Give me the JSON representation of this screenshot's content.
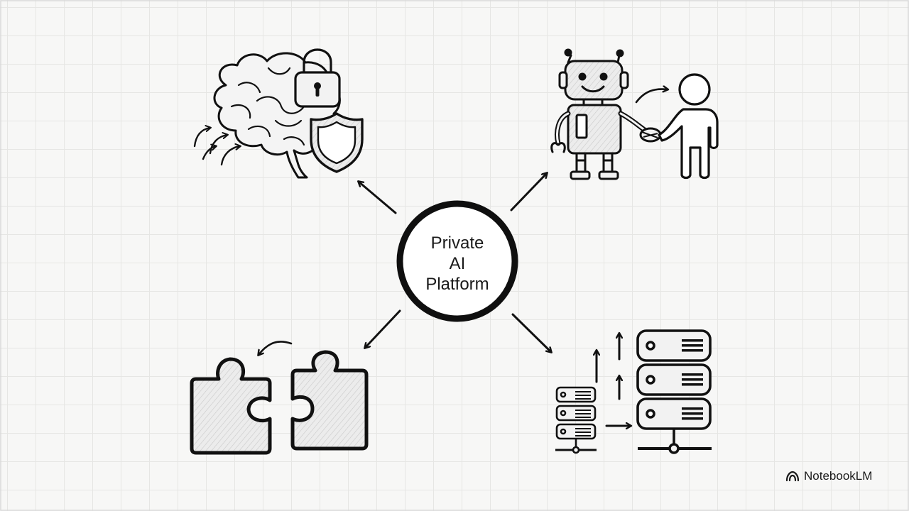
{
  "hub": {
    "label_lines": [
      "Private",
      "AI",
      "Platform"
    ]
  },
  "brand": {
    "name": "NotebookLM",
    "icon": "notebooklm-logo-icon"
  },
  "icons": {
    "top_left": [
      "brain-icon",
      "padlock-icon",
      "shield-icon",
      "incoming-arrows-icon"
    ],
    "top_right": [
      "robot-icon",
      "person-icon",
      "handshake-icon"
    ],
    "bottom_left": [
      "puzzle-pieces-icon"
    ],
    "bottom_right": [
      "server-rack-icon",
      "small-server-icon",
      "scale-up-arrows-icon"
    ]
  },
  "colors": {
    "ink": "#111111",
    "fill": "#e9e9e9",
    "background": "#f7f7f6",
    "grid": "#e6e6e4"
  }
}
